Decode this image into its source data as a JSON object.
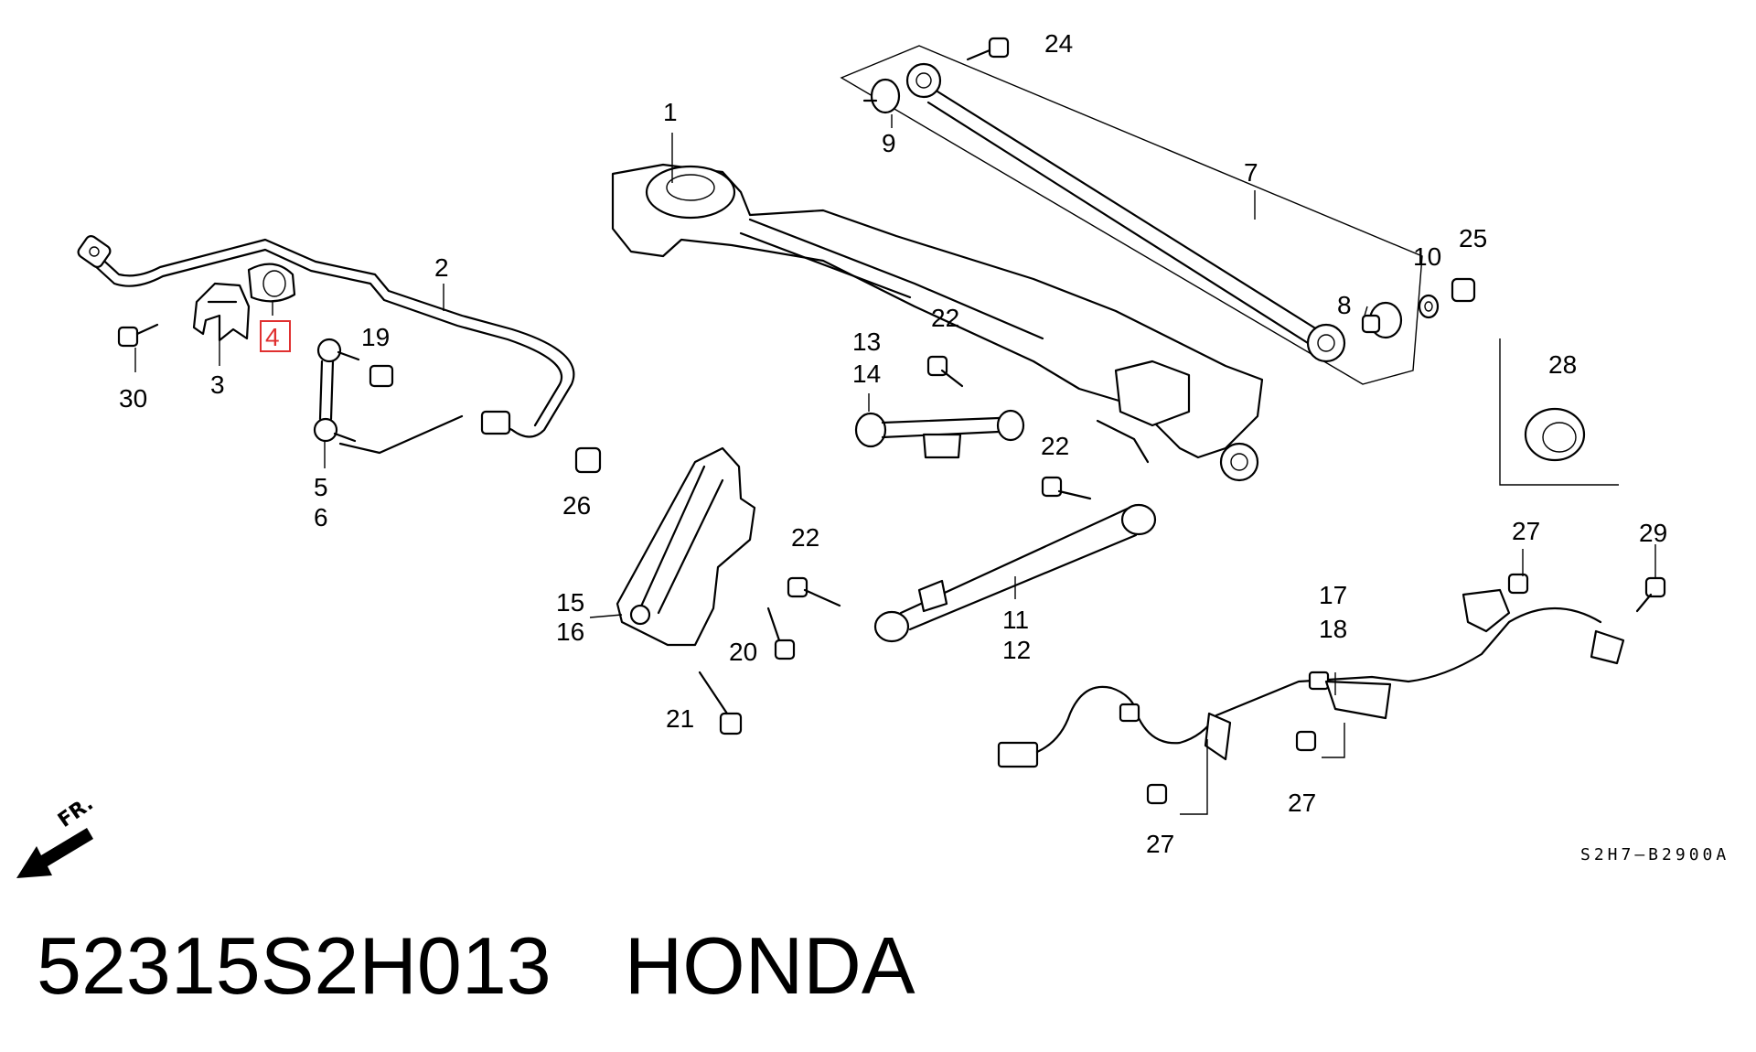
{
  "diagram": {
    "part_number": "52315S2H013",
    "brand": "HONDA",
    "drawing_code": "S2H7–B2900A",
    "front_indicator": "FR.",
    "highlighted_callout": "4",
    "callouts": {
      "c1": "1",
      "c2": "2",
      "c3": "3",
      "c4": "4",
      "c5": "5",
      "c6": "6",
      "c7": "7",
      "c8": "8",
      "c9": "9",
      "c10": "10",
      "c11": "11",
      "c12": "12",
      "c13": "13",
      "c14": "14",
      "c15": "15",
      "c16": "16",
      "c17": "17",
      "c18": "18",
      "c19": "19",
      "c20": "20",
      "c21": "21",
      "c22a": "22",
      "c22b": "22",
      "c22c": "22",
      "c24": "24",
      "c25": "25",
      "c26": "26",
      "c27a": "27",
      "c27b": "27",
      "c27c": "27",
      "c28": "28",
      "c29": "29",
      "c30": "30"
    }
  }
}
